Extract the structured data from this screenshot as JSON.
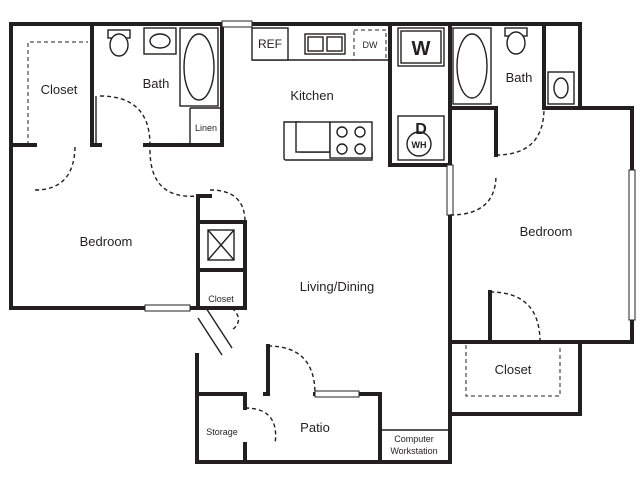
{
  "rooms": {
    "closet_left": "Closet",
    "bath_left": "Bath",
    "linen": "Linen",
    "bedroom_left": "Bedroom",
    "kitchen": "Kitchen",
    "bath_right": "Bath",
    "bedroom_right": "Bedroom",
    "closet_right": "Closet",
    "living_dining": "Living/Dining",
    "closet_small": "Closet",
    "storage": "Storage",
    "patio": "Patio",
    "computer_workstation_line1": "Computer",
    "computer_workstation_line2": "Workstation"
  },
  "appliances": {
    "refrigerator": "REF",
    "dishwasher": "DW",
    "washer": "W",
    "dryer": "D",
    "water_heater": "WH"
  },
  "icons": [
    "toilet-icon",
    "sink-icon",
    "bathtub-icon",
    "stove-burner-icon",
    "kitchen-sink-icon",
    "hvac-icon"
  ]
}
